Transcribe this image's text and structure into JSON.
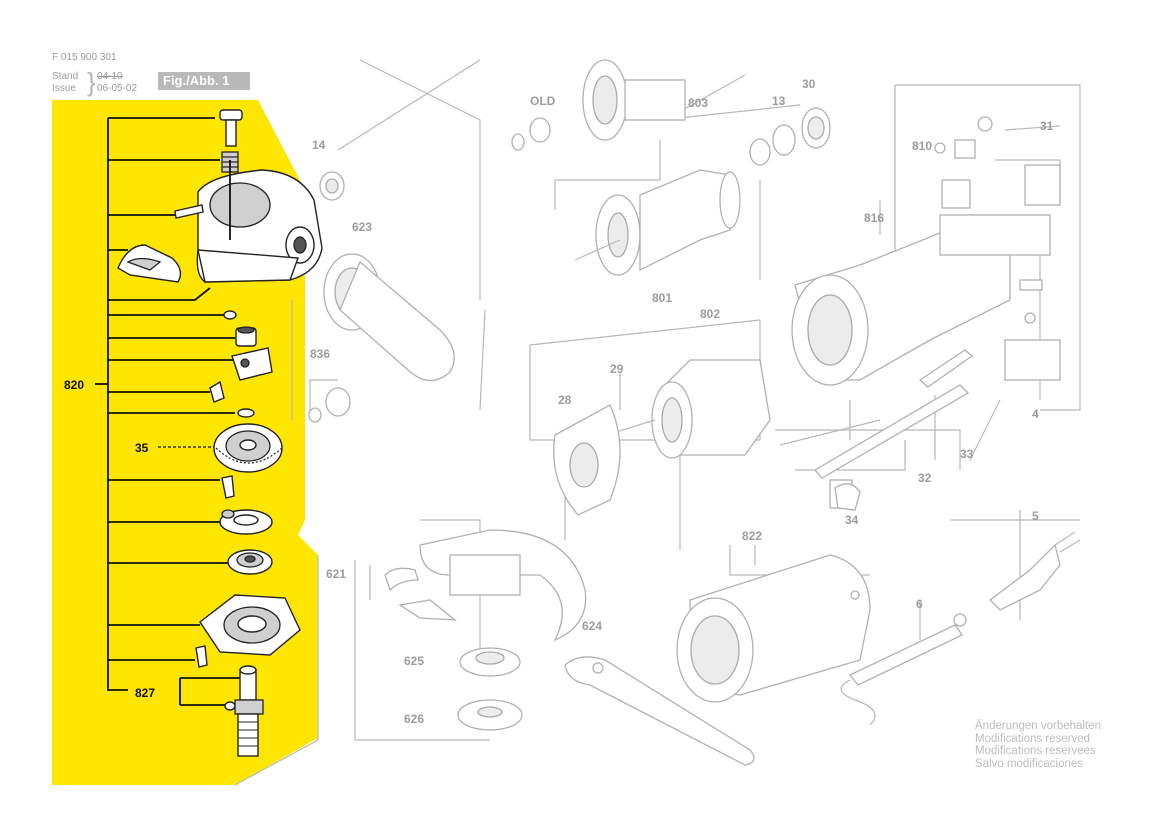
{
  "header": {
    "doc_number": "F 015 900 301",
    "stand_label": "Stand",
    "stand_value": "04-10",
    "issue_label": "Issue",
    "issue_value": "06-05-02",
    "figure_label": "Fig./Abb. 1"
  },
  "notice_lines": [
    "Änderungen vorbehalten",
    "Modifications reserved",
    "Modifications reservees",
    "Salvo modificaciones"
  ],
  "part_labels": {
    "p820": "820",
    "p35": "35",
    "p827": "827",
    "p14": "14",
    "p623": "623",
    "p836": "836",
    "p621": "621",
    "p625": "625",
    "p626": "626",
    "p624": "624",
    "pOLD": "OLD",
    "p803": "803",
    "p13": "13",
    "p30": "30",
    "p810": "810",
    "p31": "31",
    "p816": "816",
    "p801": "801",
    "p802": "802",
    "p28": "28",
    "p29": "29",
    "p32": "32",
    "p33": "33",
    "p34": "34",
    "p4": "4",
    "p822": "822",
    "p6": "6",
    "p5": "5"
  },
  "colors": {
    "highlight": "#ffe600",
    "ghost_line": "#b8b8b8",
    "active_line": "#111111"
  }
}
